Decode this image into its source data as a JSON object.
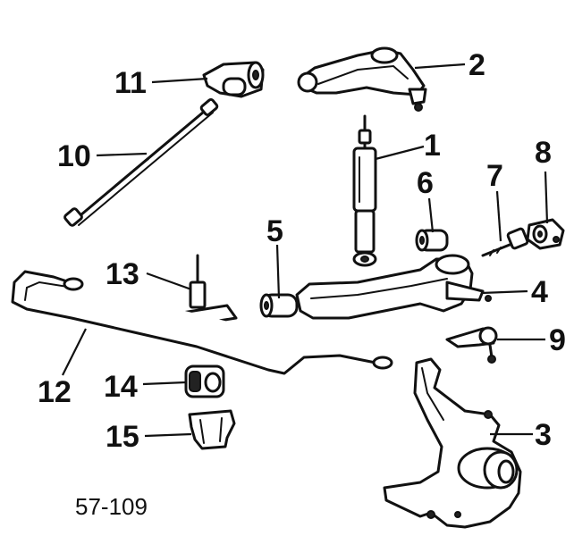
{
  "callouts": {
    "c1": "1",
    "c2": "2",
    "c3": "3",
    "c4": "4",
    "c5": "5",
    "c6": "6",
    "c7": "7",
    "c8": "8",
    "c9": "9",
    "c10": "10",
    "c11": "11",
    "c12": "12",
    "c13": "13",
    "c14": "14",
    "c15": "15"
  },
  "reference": "57-109"
}
